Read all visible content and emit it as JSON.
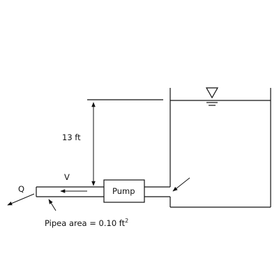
{
  "diagram": {
    "labels": {
      "height": "13 ft",
      "velocity": "V",
      "flow": "Q",
      "pump": "Pump",
      "area_prefix": "Pipea area = 0.10 ft",
      "area_exponent": "2"
    },
    "icons": {
      "free_surface": "water-surface-triangle-icon"
    }
  }
}
